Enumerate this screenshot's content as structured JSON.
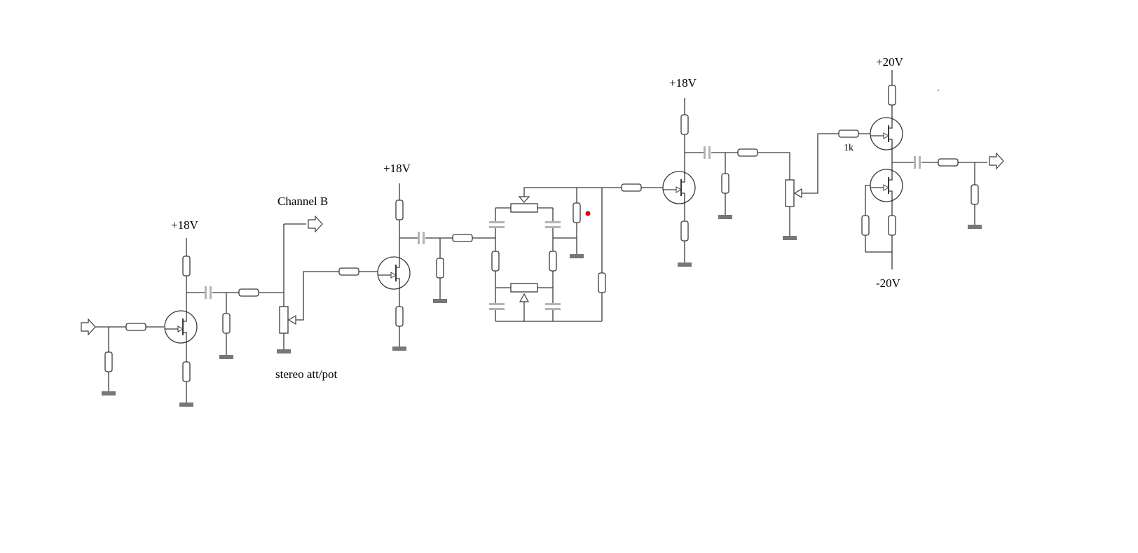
{
  "labels": {
    "v18_a": "+18V",
    "v18_b": "+18V",
    "v18_c": "+18V",
    "v20_pos": "+20V",
    "v20_neg": "-20V",
    "channel_b": "Channel B",
    "stereo": "stereo att/pot",
    "r1k": "1k"
  },
  "colors": {
    "wire": "#3a3a3a",
    "capacitor": "#b4b4b4",
    "ground": "#777777",
    "marker": "#e00000"
  }
}
